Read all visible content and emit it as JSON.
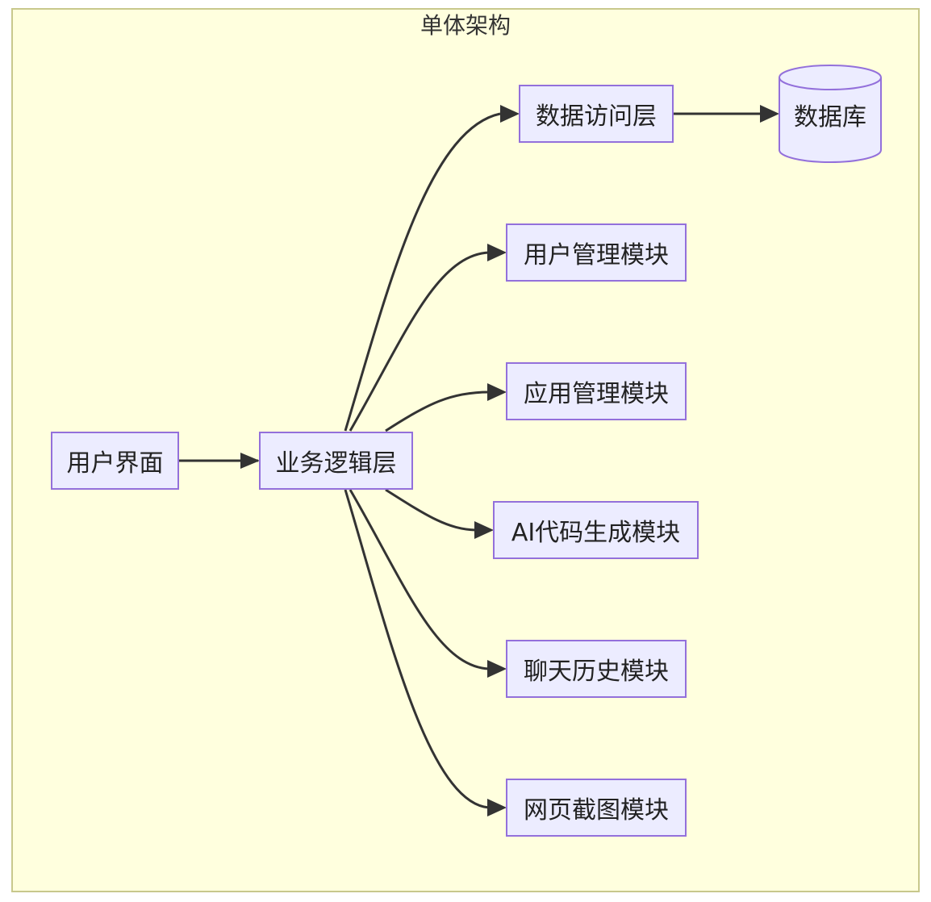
{
  "subgraph": {
    "title": "单体架构"
  },
  "nodes": {
    "ui": "用户界面",
    "business": "业务逻辑层",
    "data_access": "数据访问层",
    "database": "数据库",
    "user_mgmt": "用户管理模块",
    "app_mgmt": "应用管理模块",
    "ai_codegen": "AI代码生成模块",
    "chat_history": "聊天历史模块",
    "screenshot": "网页截图模块"
  },
  "colors": {
    "subgraph_fill": "#ffffde",
    "subgraph_stroke": "#c8c88c",
    "node_fill": "#ececff",
    "node_stroke": "#9370db",
    "edge": "#333333"
  }
}
